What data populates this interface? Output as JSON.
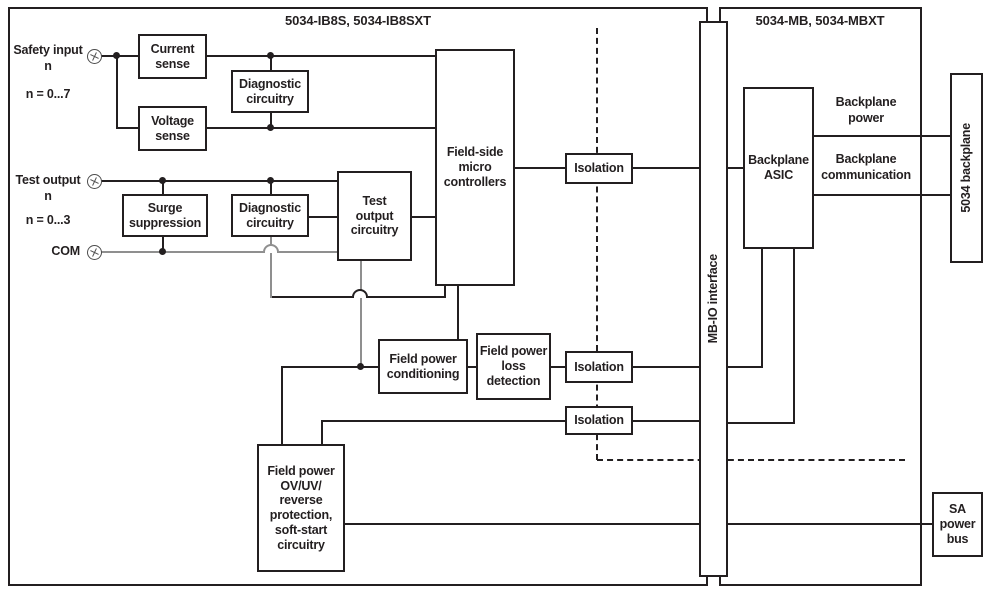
{
  "titles": {
    "left_module": "5034-IB8S, 5034-IB8SXT",
    "right_module": "5034-MB, 5034-MBXT"
  },
  "field_labels": {
    "safety_input": "Safety input\nn",
    "safety_range": "n = 0...7",
    "test_output": "Test output\nn",
    "test_range": "n = 0...3",
    "com": "COM"
  },
  "blocks": {
    "current_sense": "Current\nsense",
    "diagnostic_circuitry_safety": "Diagnostic\ncircuitry",
    "voltage_sense": "Voltage\nsense",
    "surge_suppression": "Surge\nsuppression",
    "diagnostic_circuitry_test": "Diagnostic\ncircuitry",
    "test_output_circuitry": "Test\noutput\ncircuitry",
    "field_side_micro_controllers": "Field-side\nmicro\ncontrollers",
    "isolation_top": "Isolation",
    "isolation_field_power": "Isolation",
    "isolation_bottom": "Isolation",
    "field_power_conditioning": "Field power\nconditioning",
    "field_power_loss_detection": "Field power\nloss\ndetection",
    "field_power_protection": "Field power\nOV/UV/\nreverse\nprotection,\nsoft-start\ncircuitry",
    "mb_io_interface": "MB-IO interface",
    "backplane_asic": "Backplane\nASIC",
    "backplane_5034": "5034 backplane",
    "sa_power_bus": "SA\npower\nbus"
  },
  "bus_labels": {
    "backplane_power": "Backplane\npower",
    "backplane_communication": "Backplane\ncommunication"
  },
  "colors": {
    "line": "#231f20",
    "gray_line": "#8f8f8f",
    "text": "#231f20",
    "background": "#ffffff"
  }
}
